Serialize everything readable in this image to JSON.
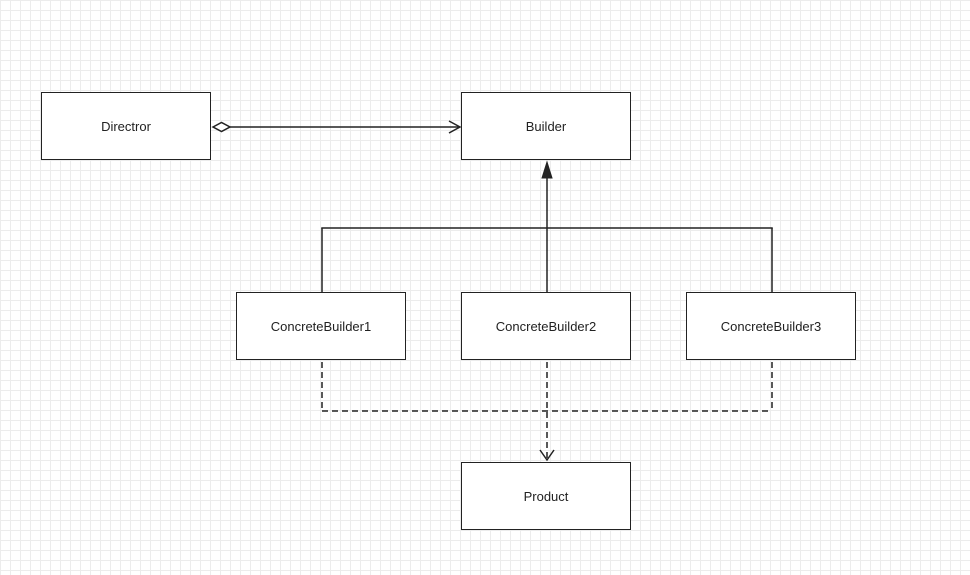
{
  "diagram": {
    "type": "uml-class",
    "colors": {
      "stroke": "#222222",
      "grid": "#ececec",
      "background": "#ffffff"
    },
    "nodes": {
      "director": "Directror",
      "builder": "Builder",
      "concrete_builder_1": "ConcreteBuilder1",
      "concrete_builder_2": "ConcreteBuilder2",
      "concrete_builder_3": "ConcreteBuilder3",
      "product": "Product"
    },
    "relations": [
      {
        "from": "director",
        "to": "builder",
        "kind": "aggregation"
      },
      {
        "from": "concrete_builder_1",
        "to": "builder",
        "kind": "generalization"
      },
      {
        "from": "concrete_builder_2",
        "to": "builder",
        "kind": "generalization"
      },
      {
        "from": "concrete_builder_3",
        "to": "builder",
        "kind": "generalization"
      },
      {
        "from": "concrete_builder_1",
        "to": "product",
        "kind": "dependency"
      },
      {
        "from": "concrete_builder_2",
        "to": "product",
        "kind": "dependency"
      },
      {
        "from": "concrete_builder_3",
        "to": "product",
        "kind": "dependency"
      }
    ]
  }
}
